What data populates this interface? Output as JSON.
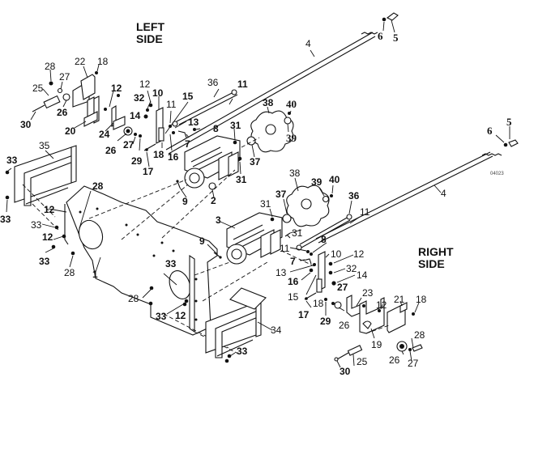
{
  "diagram": {
    "title_left": [
      "LEFT",
      "SIDE"
    ],
    "title_right": [
      "RIGHT",
      "SIDE"
    ],
    "image_id": "04023",
    "callouts": [
      {
        "id": "c4a",
        "text": "4"
      },
      {
        "id": "c6a",
        "text": "6"
      },
      {
        "id": "c5a",
        "text": "5"
      },
      {
        "id": "c6b",
        "text": "6"
      },
      {
        "id": "c5b",
        "text": "5"
      },
      {
        "id": "c4b",
        "text": "4"
      },
      {
        "id": "c28a",
        "text": "28"
      },
      {
        "id": "c22",
        "text": "22"
      },
      {
        "id": "c18a",
        "text": "18"
      },
      {
        "id": "c27a",
        "text": "27"
      },
      {
        "id": "c25a",
        "text": "25"
      },
      {
        "id": "c26a",
        "text": "26"
      },
      {
        "id": "c30a",
        "text": "30"
      },
      {
        "id": "c12a",
        "text": "12"
      },
      {
        "id": "c20",
        "text": "20"
      },
      {
        "id": "c24",
        "text": "24"
      },
      {
        "id": "c26b",
        "text": "26"
      },
      {
        "id": "c27b",
        "text": "27"
      },
      {
        "id": "c29a",
        "text": "29"
      },
      {
        "id": "c12b",
        "text": "12"
      },
      {
        "id": "c10a",
        "text": "10"
      },
      {
        "id": "c32a",
        "text": "32"
      },
      {
        "id": "c11a",
        "text": "11"
      },
      {
        "id": "c15a",
        "text": "15"
      },
      {
        "id": "c14a",
        "text": "14"
      },
      {
        "id": "c13a",
        "text": "13"
      },
      {
        "id": "c8a",
        "text": "8"
      },
      {
        "id": "c7a",
        "text": "7"
      },
      {
        "id": "c18b",
        "text": "18"
      },
      {
        "id": "c16a",
        "text": "16"
      },
      {
        "id": "c17a",
        "text": "17"
      },
      {
        "id": "c36a",
        "text": "36"
      },
      {
        "id": "c11b",
        "text": "11"
      },
      {
        "id": "c38a",
        "text": "38"
      },
      {
        "id": "c40a",
        "text": "40"
      },
      {
        "id": "c39a",
        "text": "39"
      },
      {
        "id": "c31a",
        "text": "31"
      },
      {
        "id": "c37a",
        "text": "37"
      },
      {
        "id": "c31b",
        "text": "31"
      },
      {
        "id": "c9a",
        "text": "9"
      },
      {
        "id": "c2",
        "text": "2"
      },
      {
        "id": "c35",
        "text": "35"
      },
      {
        "id": "c33a",
        "text": "33"
      },
      {
        "id": "c33b",
        "text": "33"
      },
      {
        "id": "c28b",
        "text": "28"
      },
      {
        "id": "c12c",
        "text": "12"
      },
      {
        "id": "c33c",
        "text": "33"
      },
      {
        "id": "c12d",
        "text": "12"
      },
      {
        "id": "c33d",
        "text": "33"
      },
      {
        "id": "c28c",
        "text": "28"
      },
      {
        "id": "c1",
        "text": "1"
      },
      {
        "id": "c38b",
        "text": "38"
      },
      {
        "id": "c39b",
        "text": "39"
      },
      {
        "id": "c40b",
        "text": "40"
      },
      {
        "id": "c37b",
        "text": "37"
      },
      {
        "id": "c36b",
        "text": "36"
      },
      {
        "id": "c31c",
        "text": "31"
      },
      {
        "id": "c11c",
        "text": "11"
      },
      {
        "id": "c3",
        "text": "3"
      },
      {
        "id": "c31d",
        "text": "31"
      },
      {
        "id": "c9b",
        "text": "9"
      },
      {
        "id": "c11d",
        "text": "11"
      },
      {
        "id": "c8b",
        "text": "8"
      },
      {
        "id": "c7b",
        "text": "7"
      },
      {
        "id": "c10b",
        "text": "10"
      },
      {
        "id": "c12e",
        "text": "12"
      },
      {
        "id": "c13b",
        "text": "13"
      },
      {
        "id": "c32b",
        "text": "32"
      },
      {
        "id": "c16b",
        "text": "16"
      },
      {
        "id": "c14b",
        "text": "14"
      },
      {
        "id": "c27c",
        "text": "27"
      },
      {
        "id": "c15b",
        "text": "15"
      },
      {
        "id": "c18c",
        "text": "18"
      },
      {
        "id": "c23",
        "text": "23"
      },
      {
        "id": "c17b",
        "text": "17"
      },
      {
        "id": "c29b",
        "text": "29"
      },
      {
        "id": "c26c",
        "text": "26"
      },
      {
        "id": "c12f",
        "text": "12"
      },
      {
        "id": "c21",
        "text": "21"
      },
      {
        "id": "c18d",
        "text": "18"
      },
      {
        "id": "c19",
        "text": "19"
      },
      {
        "id": "c28d",
        "text": "28"
      },
      {
        "id": "c33e",
        "text": "33"
      },
      {
        "id": "c28e",
        "text": "28"
      },
      {
        "id": "c33f",
        "text": "33"
      },
      {
        "id": "c12g",
        "text": "12"
      },
      {
        "id": "c34",
        "text": "34"
      },
      {
        "id": "c33g",
        "text": "33"
      },
      {
        "id": "c25b",
        "text": "25"
      },
      {
        "id": "c30b",
        "text": "30"
      },
      {
        "id": "c26d",
        "text": "26"
      },
      {
        "id": "c27d",
        "text": "27"
      }
    ]
  }
}
